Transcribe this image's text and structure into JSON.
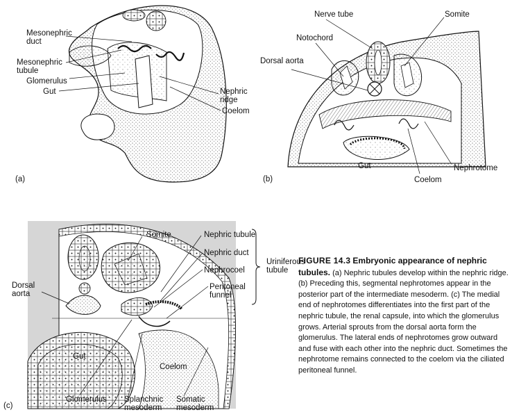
{
  "panel_a": {
    "letter": "(a)",
    "labels": {
      "mesonephric_duct": "Mesonephric\nduct",
      "mesonephric_tubule": "Mesonephric\ntubule",
      "glomerulus": "Glomerulus",
      "gut": "Gut",
      "nephric_ridge": "Nephric\nridge",
      "coelom": "Coelom"
    }
  },
  "panel_b": {
    "letter": "(b)",
    "labels": {
      "nerve_tube": "Nerve tube",
      "somite": "Somite",
      "notochord": "Notochord",
      "dorsal_aorta": "Dorsal aorta",
      "gut": "Gut",
      "coelom": "Coelom",
      "nephrotome": "Nephrotome"
    }
  },
  "panel_c": {
    "letter": "(c)",
    "labels": {
      "somite": "Somite",
      "nephric_tubule": "Nephric tubule",
      "nephric_duct": "Nephric duct",
      "nephrocoel": "Nephrocoel",
      "peritoneal_funnel": "Peritoneal\nfunnel",
      "uriniferous_tubule": "Uriniferous\ntubule",
      "dorsal_aorta": "Dorsal\naorta",
      "gut": "Gut",
      "coelom": "Coelom",
      "glomerulus": "Glomerulus",
      "splanchnic_mesoderm": "Splanchnic\nmesoderm",
      "somatic_mesoderm": "Somatic\nmesoderm"
    }
  },
  "caption": {
    "figure_label": "FIGURE 14.3",
    "title": "Embryonic appearance of nephric tubules.",
    "body": "(a) Nephric tubules develop within the nephric ridge. (b) Preceding this, segmental nephrotomes appear in the posterior part of the intermediate mesoderm. (c) The medial end of nephrotomes differentiates into the first part of the nephric tubule, the renal capsule, into which the glomerulus grows. Arterial sprouts from the dorsal aorta form the glomerulus. The lateral ends of nephrotomes grow outward and fuse with each other into the nephric duct. Sometimes the nephrotome remains connected to the coelom via the ciliated peritoneal funnel."
  }
}
